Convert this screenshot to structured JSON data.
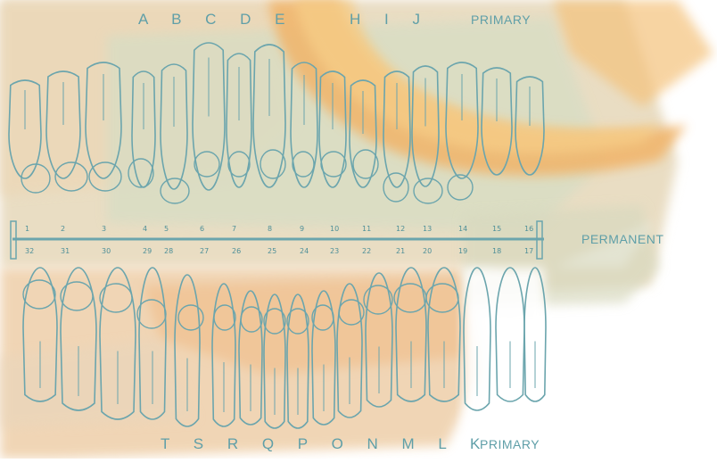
{
  "chart": {
    "upper_primary_letters": "A B C D E",
    "upper_primary_letters_right": "H I J",
    "upper_primary_label": "PRIMARY",
    "lower_primary_letters": "T S R Q P O N M L K",
    "lower_primary_label": "PRIMARY",
    "permanent_label": "PERMANENT",
    "upper_numbers": [
      "1",
      "2",
      "3",
      "4",
      "5",
      "6",
      "7",
      "8",
      "9",
      "10",
      "11",
      "12",
      "13",
      "14",
      "15",
      "16"
    ],
    "lower_numbers": [
      "32",
      "31",
      "30",
      "29",
      "28",
      "27",
      "26",
      "25",
      "24",
      "23",
      "22",
      "21",
      "20",
      "19",
      "18",
      "17"
    ]
  },
  "colors": {
    "outline": "#6ba5ad",
    "wash_beige": "#e7d9bd",
    "wash_peach": "#efc79d",
    "wash_orange": "#f3b66a",
    "wash_green": "#cfd6bc"
  }
}
